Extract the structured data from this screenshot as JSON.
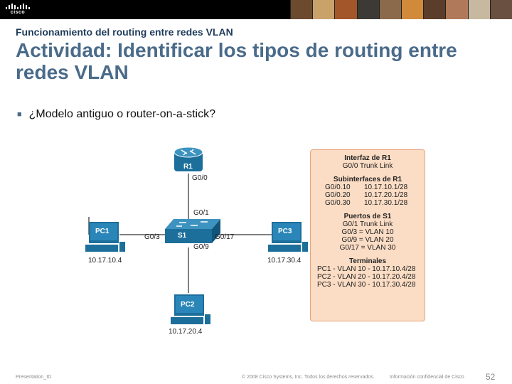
{
  "header": {
    "logo_text": "cisco",
    "subtitle": "Funcionamiento del routing entre redes VLAN",
    "title": "Actividad: Identificar los tipos de routing entre redes VLAN"
  },
  "bullet": "¿Modelo antiguo o router-on-a-stick?",
  "diagram": {
    "router": {
      "name": "R1",
      "port": "G0/0"
    },
    "switch": {
      "name": "S1",
      "port_up": "G0/1",
      "port_left": "G0/3",
      "port_down": "G0/9",
      "port_right": "G0/17"
    },
    "pcs": [
      {
        "name": "PC1",
        "ip": "10.17.10.4"
      },
      {
        "name": "PC3",
        "ip": "10.17.30.4"
      },
      {
        "name": "PC2",
        "ip": "10.17.20.4"
      }
    ]
  },
  "info": {
    "r1_interface_title": "Interfaz de R1",
    "r1_interface": "G0/0 Trunk Link",
    "subinterfaces_title": "Subinterfaces de R1",
    "subinterfaces": [
      {
        "iface": "G0/0.10",
        "addr": "10.17.10.1/28"
      },
      {
        "iface": "G0/0.20",
        "addr": "10.17.20.1/28"
      },
      {
        "iface": "G0/0.30",
        "addr": "10.17.30.1/28"
      }
    ],
    "s1_ports_title": "Puertos de S1",
    "s1_ports": [
      "G0/1 Trunk Link",
      "G0/3 = VLAN 10",
      "G0/9 = VLAN 20",
      "G0/17 = VLAN 30"
    ],
    "terminals_title": "Terminales",
    "terminals": [
      "PC1 - VLAN 10 - 10.17.10.4/28",
      "PC2 - VLAN 20 - 10.17.20.4/28",
      "PC3 - VLAN 30 - 10.17.30.4/28"
    ]
  },
  "footer": {
    "presentation": "Presentation_ID",
    "copyright": "© 2008 Cisco Systems, Inc. Todos los derechos reservados.",
    "confidential": "Información confidencial de Cisco",
    "page": "52"
  },
  "colors": {
    "title": "#4a6b8a",
    "subtitle": "#1f3b5a",
    "device": "#1c6f9a",
    "infobox": "#fbdcc4"
  }
}
